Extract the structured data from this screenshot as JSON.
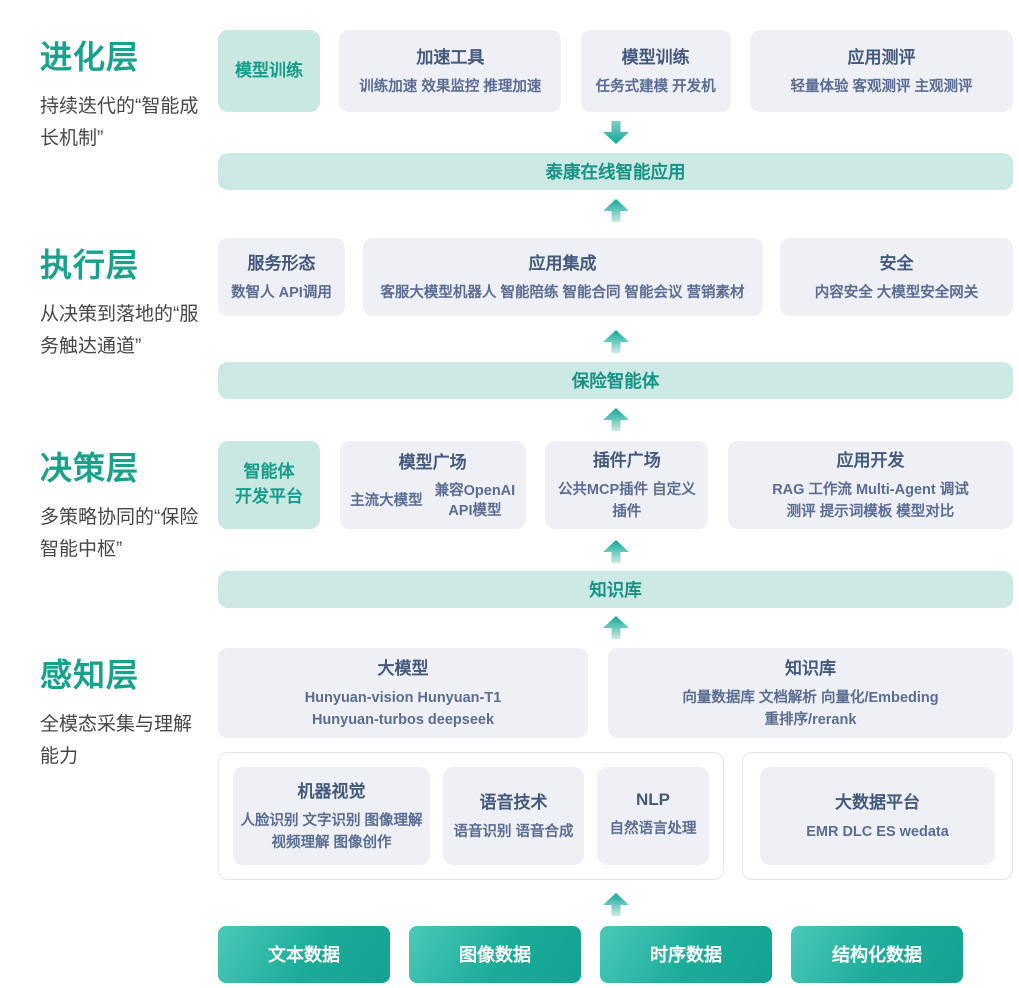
{
  "colors": {
    "accent_teal": "#17a28c",
    "highlight_box_bg": "#c9e8e2",
    "banner_bg": "#cde9e6",
    "gray_box_bg": "#eef0f5",
    "box_title": "#44597e",
    "box_items": "#5b6d94",
    "button_gradient_start": "#4cc9b7",
    "button_gradient_end": "#14a392"
  },
  "layers": {
    "evolution": {
      "title": "进化层",
      "subtitle": "持续迭代的“智能成长机制”",
      "highlight": "模型训练",
      "boxes": [
        {
          "title": "加速工具",
          "items": "训练加速 效果监控 推理加速"
        },
        {
          "title": "模型训练",
          "items": "任务式建模 开发机"
        },
        {
          "title": "应用测评",
          "items": "轻量体验 客观测评 主观测评"
        }
      ]
    },
    "execution": {
      "title": "执行层",
      "subtitle": "从决策到落地的“服务触达通道”",
      "boxes": [
        {
          "title": "服务形态",
          "items": "数智人  API调用"
        },
        {
          "title": "应用集成",
          "items": "客服大模型机器人  智能陪练 智能合同 智能会议 营销素材"
        },
        {
          "title": "安全",
          "items": "内容安全 大模型安全网关"
        }
      ]
    },
    "decision": {
      "title": "决策层",
      "subtitle": "多策略协同的“保险智能中枢”",
      "highlight": "智能体\n开发平台",
      "boxes": [
        {
          "title": "模型广场",
          "item_left": "主流大模型",
          "item_right": "兼容OpenAI\nAPI模型"
        },
        {
          "title": "插件广场",
          "items": "公共MCP插件 自定义插件"
        },
        {
          "title": "应用开发",
          "items": "RAG 工作流 Multi-Agent 调试\n测评 提示词模板 模型对比"
        }
      ]
    },
    "perception": {
      "title": "感知层",
      "subtitle": "全模态采集与理解能力",
      "boxes_top": [
        {
          "title": "大模型",
          "items": "Hunyuan-vision Hunyuan-T1\nHunyuan-turbos deepseek"
        },
        {
          "title": "知识库",
          "items": "向量数据库 文档解析 向量化/Embeding\n重排序/rerank"
        }
      ],
      "boxes_bottom": [
        {
          "title": "机器视觉",
          "items": "人脸识别 文字识别 图像理解\n视频理解 图像创作"
        },
        {
          "title": "语音技术",
          "items": "语音识别 语音合成"
        },
        {
          "title": "NLP",
          "items": "自然语言处理"
        },
        {
          "title": "大数据平台",
          "items": "EMR DLC ES wedata"
        }
      ]
    }
  },
  "banners": {
    "application": "泰康在线智能应用",
    "agent": "保险智能体",
    "knowledge": "知识库"
  },
  "data_sources": [
    "文本数据",
    "图像数据",
    "时序数据",
    "结构化数据"
  ]
}
